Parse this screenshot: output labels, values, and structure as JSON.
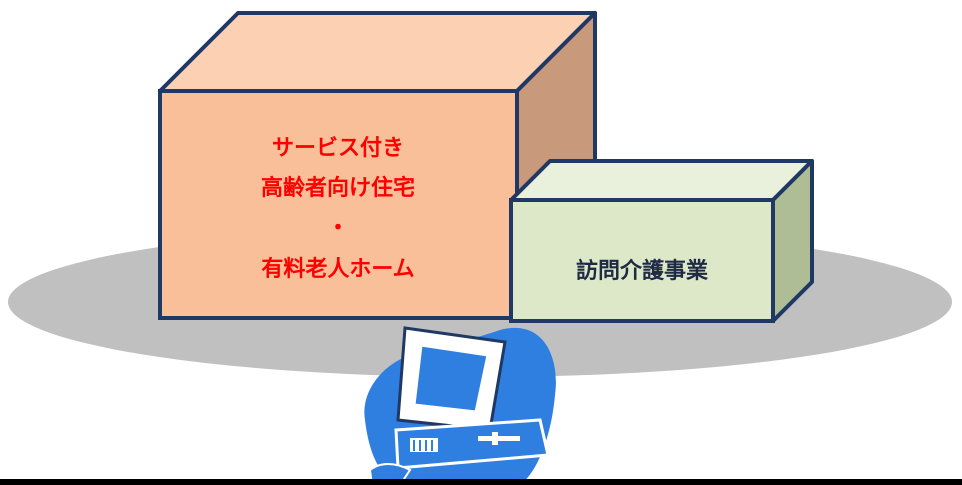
{
  "large_box": {
    "lines": [
      "サービス付き",
      "高齢者向け住宅",
      "・",
      "有料老人ホーム"
    ],
    "text_color": "#ff0000",
    "front_color": "#f9bf98",
    "top_color": "#fbd0b3",
    "side_color": "#c8997a"
  },
  "small_box": {
    "label": "訪問介護事業",
    "text_color": "#1f2a44",
    "front_color": "#dde8c8",
    "top_color": "#e9f0db",
    "side_color": "#afbd94"
  },
  "platform": {
    "color": "#c0c0c0"
  },
  "outline_color": "#1f3864",
  "computer_icon": {
    "icon": "computer-icon",
    "color": "#2f7fe0"
  }
}
